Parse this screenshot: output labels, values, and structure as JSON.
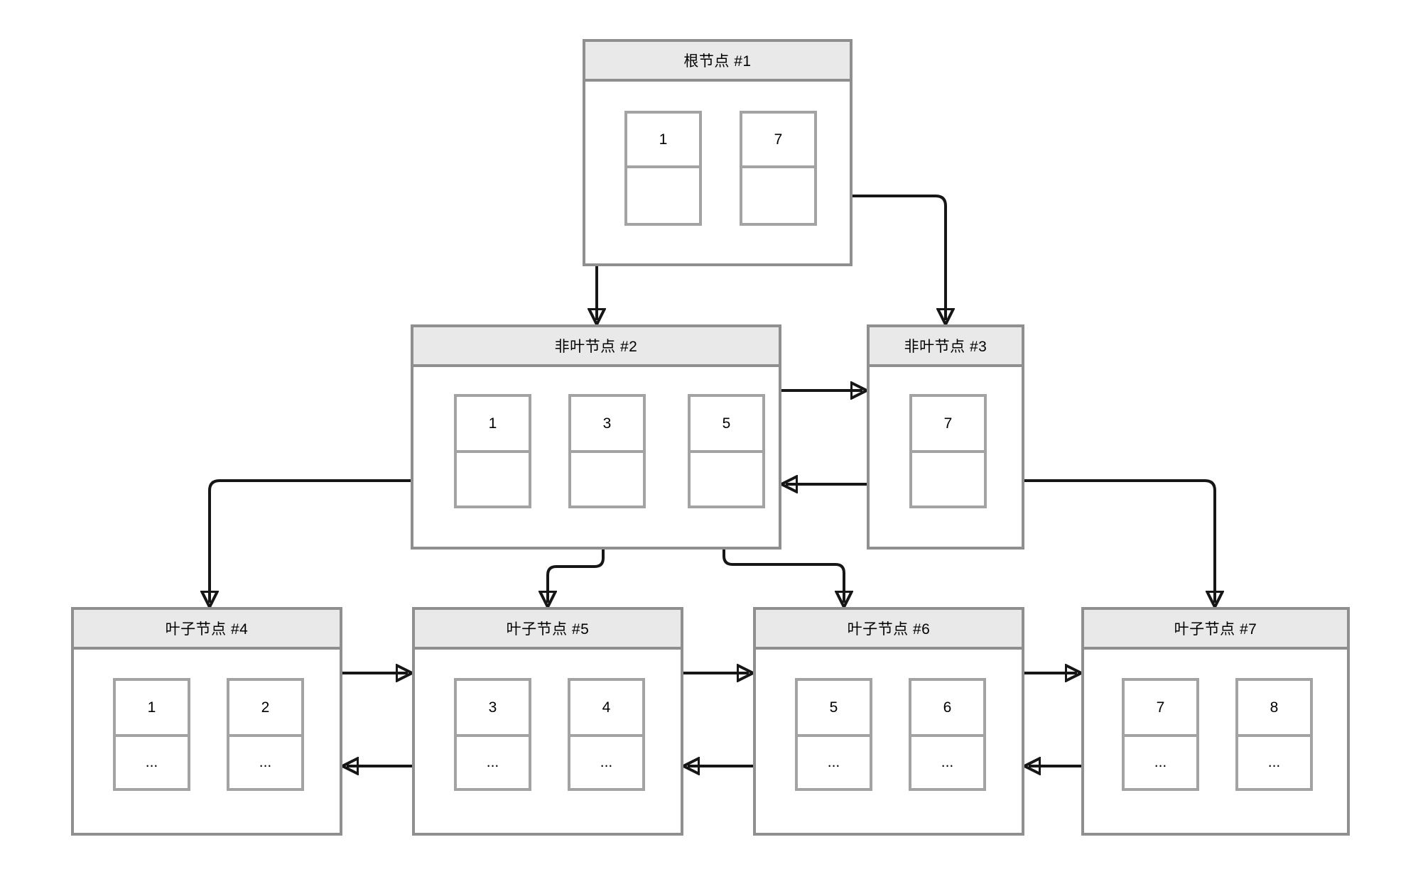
{
  "diagram": {
    "type": "b-plus-tree",
    "background": "#ffffff",
    "colors": {
      "node_border": "#8f8f8f",
      "header_fill": "#e9e9e9",
      "cell_border": "#a3a3a3",
      "connector": "#161616",
      "text": "#000000"
    },
    "nodes": [
      {
        "id": "root-1",
        "kind": "root",
        "title": "根节点 #1",
        "cells": [
          {
            "key": "1",
            "pointer": ""
          },
          {
            "key": "7",
            "pointer": ""
          }
        ]
      },
      {
        "id": "internal-2",
        "kind": "internal",
        "title": "非叶节点 #2",
        "cells": [
          {
            "key": "1",
            "pointer": ""
          },
          {
            "key": "3",
            "pointer": ""
          },
          {
            "key": "5",
            "pointer": ""
          }
        ]
      },
      {
        "id": "internal-3",
        "kind": "internal",
        "title": "非叶节点 #3",
        "cells": [
          {
            "key": "7",
            "pointer": ""
          }
        ]
      },
      {
        "id": "leaf-4",
        "kind": "leaf",
        "title": "叶子节点 #4",
        "cells": [
          {
            "key": "1",
            "pointer": "..."
          },
          {
            "key": "2",
            "pointer": "..."
          }
        ]
      },
      {
        "id": "leaf-5",
        "kind": "leaf",
        "title": "叶子节点 #5",
        "cells": [
          {
            "key": "3",
            "pointer": "..."
          },
          {
            "key": "4",
            "pointer": "..."
          }
        ]
      },
      {
        "id": "leaf-6",
        "kind": "leaf",
        "title": "叶子节点 #6",
        "cells": [
          {
            "key": "5",
            "pointer": "..."
          },
          {
            "key": "6",
            "pointer": "..."
          }
        ]
      },
      {
        "id": "leaf-7",
        "kind": "leaf",
        "title": "叶子节点 #7",
        "cells": [
          {
            "key": "7",
            "pointer": "..."
          },
          {
            "key": "8",
            "pointer": "..."
          }
        ]
      }
    ],
    "edges": [
      {
        "from": "root-1.p1",
        "to": "internal-2",
        "kind": "child"
      },
      {
        "from": "root-1.p2",
        "to": "internal-3",
        "kind": "child"
      },
      {
        "from": "internal-2.p1",
        "to": "leaf-4",
        "kind": "child"
      },
      {
        "from": "internal-2.p2",
        "to": "leaf-5",
        "kind": "child"
      },
      {
        "from": "internal-2.p3",
        "to": "leaf-6",
        "kind": "child"
      },
      {
        "from": "internal-3.p1",
        "to": "leaf-7",
        "kind": "child"
      },
      {
        "from": "internal-2",
        "to": "internal-3",
        "kind": "next"
      },
      {
        "from": "internal-3",
        "to": "internal-2",
        "kind": "prev"
      },
      {
        "from": "leaf-4",
        "to": "leaf-5",
        "kind": "next"
      },
      {
        "from": "leaf-5",
        "to": "leaf-4",
        "kind": "prev"
      },
      {
        "from": "leaf-5",
        "to": "leaf-6",
        "kind": "next"
      },
      {
        "from": "leaf-6",
        "to": "leaf-5",
        "kind": "prev"
      },
      {
        "from": "leaf-6",
        "to": "leaf-7",
        "kind": "next"
      },
      {
        "from": "leaf-7",
        "to": "leaf-6",
        "kind": "prev"
      }
    ]
  }
}
